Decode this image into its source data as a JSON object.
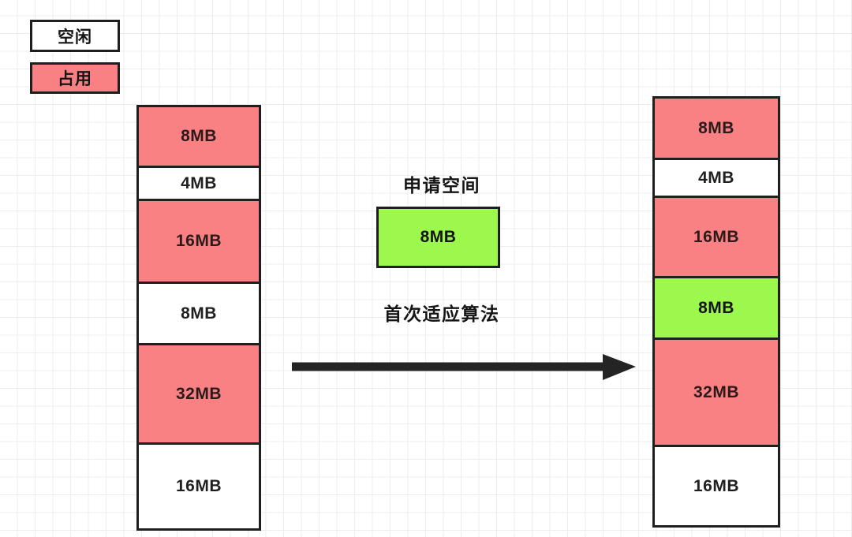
{
  "legend": {
    "items": [
      {
        "label": "空闲",
        "state": "free",
        "color": "#ffffff"
      },
      {
        "label": "占用",
        "state": "used",
        "color": "#fa8183"
      }
    ]
  },
  "before": {
    "title": "memory-before",
    "blocks": [
      {
        "size": "8MB",
        "state": "used"
      },
      {
        "size": "4MB",
        "state": "free"
      },
      {
        "size": "16MB",
        "state": "used"
      },
      {
        "size": "8MB",
        "state": "free"
      },
      {
        "size": "32MB",
        "state": "used"
      },
      {
        "size": "16MB",
        "state": "free"
      }
    ]
  },
  "after": {
    "title": "memory-after",
    "blocks": [
      {
        "size": "8MB",
        "state": "used"
      },
      {
        "size": "4MB",
        "state": "free"
      },
      {
        "size": "16MB",
        "state": "used"
      },
      {
        "size": "8MB",
        "state": "allocated"
      },
      {
        "size": "32MB",
        "state": "used"
      },
      {
        "size": "16MB",
        "state": "free"
      }
    ]
  },
  "center": {
    "request_label": "申请空间",
    "request_size": "8MB",
    "algorithm_label": "首次适应算法",
    "arrow": "right-arrow"
  },
  "colors": {
    "used": "#fa8183",
    "free": "#ffffff",
    "allocated": "#9df84d",
    "stroke": "#1f1f1f",
    "grid_minor": "#ededed",
    "grid_major": "#dcdcdc"
  }
}
